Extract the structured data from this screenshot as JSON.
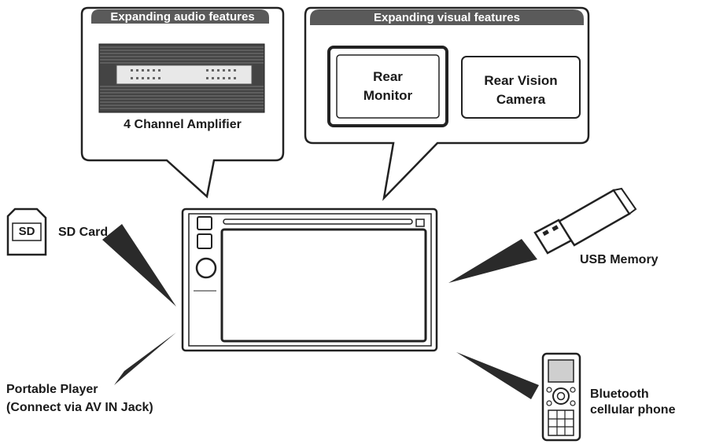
{
  "audio_callout": {
    "header": "Expanding audio features",
    "item": "4 Channel Amplifier"
  },
  "visual_callout": {
    "header": "Expanding visual features",
    "items": [
      {
        "line1": "Rear",
        "line2": "Monitor"
      },
      {
        "line1": "Rear Vision",
        "line2": "Camera"
      }
    ]
  },
  "devices": {
    "sd_card": {
      "label": "SD Card",
      "icon_text": "SD"
    },
    "usb": {
      "label": "USB Memory"
    },
    "portable_player": {
      "line1": "Portable Player",
      "line2": "(Connect via AV IN Jack)"
    },
    "bluetooth": {
      "line1": "Bluetooth",
      "line2": "cellular phone"
    }
  },
  "colors": {
    "header_fill": "#5a5a5a",
    "outline": "#222222",
    "wedge": "#2a2a2a"
  }
}
